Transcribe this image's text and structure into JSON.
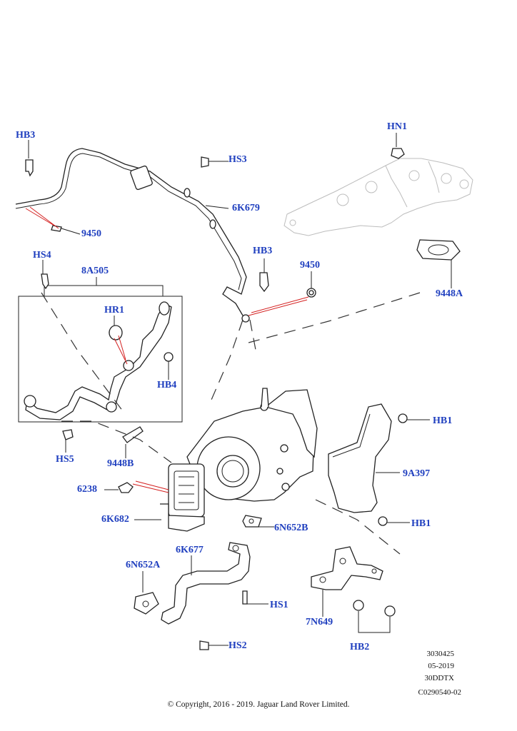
{
  "callouts": {
    "hb3_top": "HB3",
    "hs3": "HS3",
    "hn1": "HN1",
    "n9450_left": "9450",
    "n6k679": "6K679",
    "hs4": "HS4",
    "n8a505": "8A505",
    "hr1": "HR1",
    "hb3_mid": "HB3",
    "n9450_right": "9450",
    "n9448a": "9448A",
    "hb4": "HB4",
    "hs5": "HS5",
    "n9448b": "9448B",
    "hb1_top": "HB1",
    "n9a397": "9A397",
    "n6238": "6238",
    "n6k682": "6K682",
    "n6n652b": "6N652B",
    "hb1_bottom": "HB1",
    "n6k677": "6K677",
    "n6n652a": "6N652A",
    "hs1": "HS1",
    "n7n649": "7N649",
    "hs2": "HS2",
    "hb2": "HB2"
  },
  "meta": {
    "code": "3030425",
    "date": "05-2019",
    "engine": "30DDTX",
    "ref": "C0290540-02"
  },
  "copyright": "© Copyright, 2016 - 2019. Jaguar Land Rover Limited."
}
